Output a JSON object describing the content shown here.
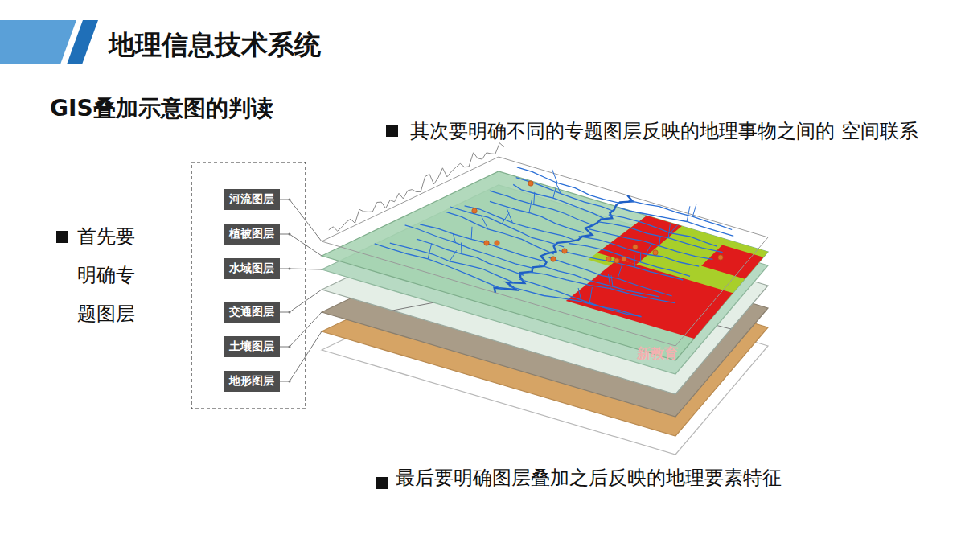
{
  "diagram": {
    "title": "地理信息技术系统",
    "nodes": [
      {
        "text": [
          "河流图层"
        ]
      },
      {
        "text": [
          "植被图层"
        ]
      },
      {
        "text": [
          "水域图层"
        ]
      },
      {
        "text": [
          "交通图层"
        ]
      },
      {
        "text": [
          "土壤图层"
        ]
      },
      {
        "text": [
          "地形图层"
        ]
      }
    ],
    "labels": [
      "GIS叠加示意图的判读",
      "其次要明确不同的专题图层反映的地理事物之间的 空间联系",
      "首先要 明确专 题图层",
      "最后要明确图层叠加之后反映的地理要素特征",
      "新教育"
    ]
  }
}
